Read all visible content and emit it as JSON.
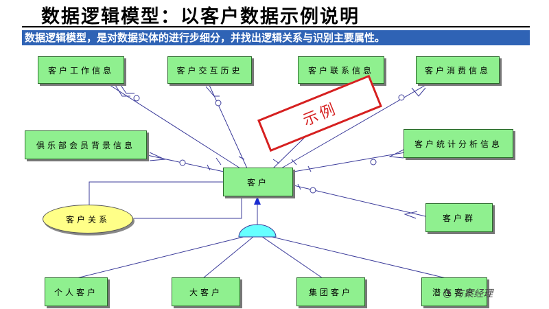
{
  "title": "数据逻辑模型：以客户数据示例说明",
  "subtitle": "数据逻辑模型，是对数据实体的进行步细分，并找出逻辑关系与识别主要属性。",
  "stamp_text": "示例",
  "watermark": "方案经理",
  "entities": {
    "customer_work_info": "客户工作信息",
    "customer_interaction_history": "客户交互历史",
    "customer_contact_info": "客户联系信息",
    "customer_consumption_info": "客户消费信息",
    "club_member_background_info": "俱乐部会员背景信息",
    "customer_stat_analysis_info": "客户统计分析信息",
    "customer": "客户",
    "customer_relationship": "客户关系",
    "customer_group": "客户群",
    "individual_customer": "个人客户",
    "major_customer": "大客户",
    "group_customer": "集团客户",
    "potential_customer": "潜在客户"
  },
  "colors": {
    "entity_fill": "#8ff08f",
    "relationship_fill": "#ffff88",
    "subtitle_bar": "#2f63b5",
    "connector": "#3b3b9a",
    "stamp": "#d62020",
    "inheritance_arrow": "#1a2bd1",
    "inheritance_node": "#66ffff"
  }
}
